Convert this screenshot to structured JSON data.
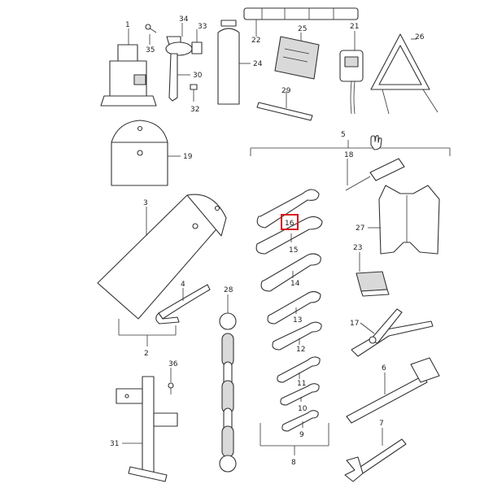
{
  "diagram": {
    "highlighted_callout": "16",
    "accent_color": "#d71920",
    "callouts": {
      "c1": "1",
      "c2": "2",
      "c3": "3",
      "c4": "4",
      "c5": "5",
      "c6": "6",
      "c7": "7",
      "c8": "8",
      "c9": "9",
      "c10": "10",
      "c11": "11",
      "c12": "12",
      "c13": "13",
      "c14": "14",
      "c15": "15",
      "c16": "16",
      "c17": "17",
      "c18": "18",
      "c19": "19",
      "c21": "21",
      "c22": "22",
      "c23": "23",
      "c24": "24",
      "c25": "25",
      "c26": "26",
      "c27": "27",
      "c28": "28",
      "c29": "29",
      "c30": "30",
      "c31": "31",
      "c32": "32",
      "c33": "33",
      "c34": "34",
      "c35": "35",
      "c36": "36"
    }
  }
}
